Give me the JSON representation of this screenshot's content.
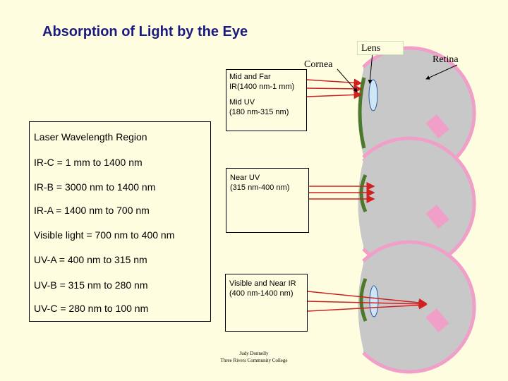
{
  "title": "Absorption of Light by the Eye",
  "labels": {
    "cornea": "Cornea",
    "lens": "Lens",
    "retina": "Retina"
  },
  "boxes": [
    {
      "line1": "Mid and Far",
      "line2": "IR(1400 nm-1 mm)",
      "line3": "",
      "line4": "Mid UV",
      "line5": "(180 nm-315 nm)"
    },
    {
      "line1": "Near UV",
      "line2": "(315 nm-400 nm)"
    },
    {
      "line1": "Visible and Near IR",
      "line2": "(400 nm-1400 nm)"
    }
  ],
  "panel": {
    "title": "Laser Wavelength Region",
    "items": [
      "IR-C = 1 mm to 1400 nm",
      "IR-B = 3000 nm to 1400 nm",
      "IR-A = 1400 nm to 700 nm",
      "Visible light = 700 nm to 400 nm",
      "UV-A = 400 nm to 315 nm",
      "UV-B = 315 nm to 280 nm",
      "UV-C = 280 nm to 100 nm"
    ]
  },
  "credit": {
    "line1": "Judy Donnelly",
    "line2": "Three Rivers Community College"
  },
  "colors": {
    "background": "#fffde0",
    "title": "#1a1a80",
    "eye_outline": "#f0a0c8",
    "eyeball": "#c8c8c8",
    "cornea": "#4a7a2a",
    "lens": "#cfe6f6",
    "beam": "#d02020"
  }
}
